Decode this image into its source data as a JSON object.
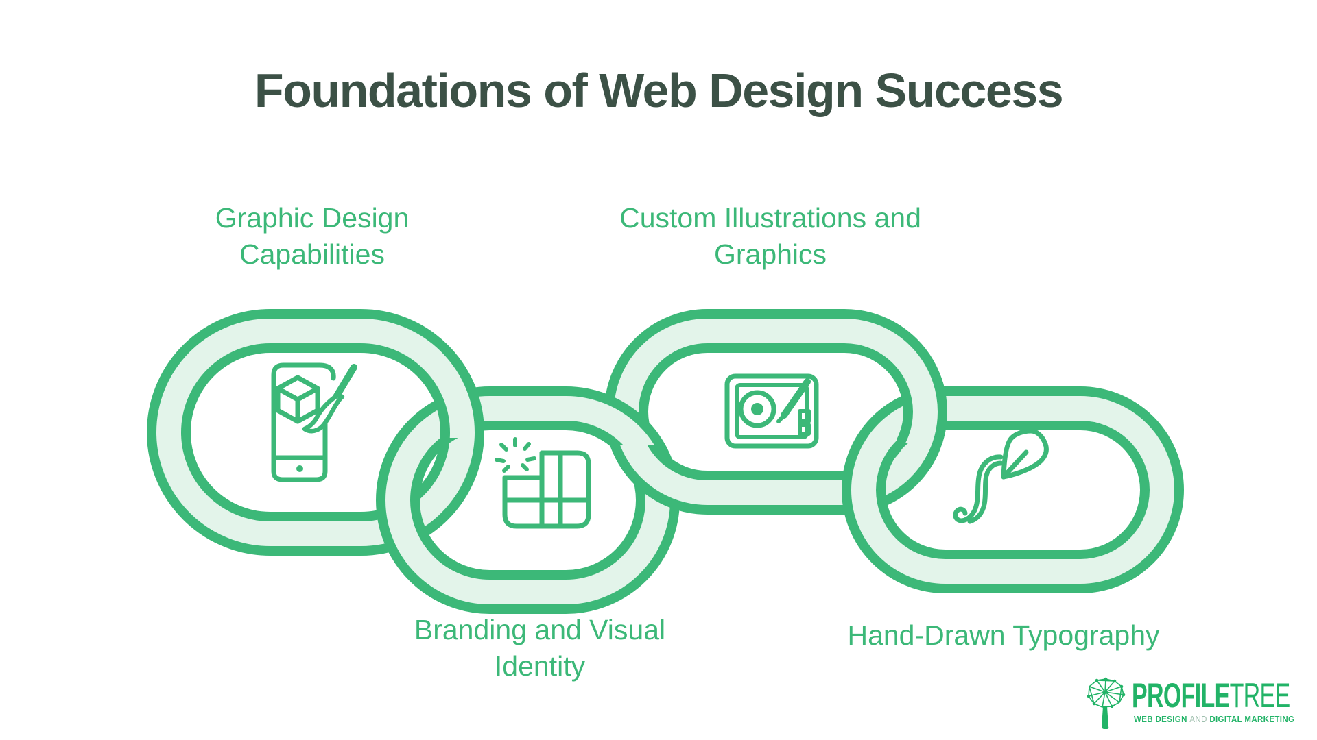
{
  "title": "Foundations of Web Design Success",
  "colors": {
    "background": "#ffffff",
    "chain_green": "#3cb878",
    "chain_band_fill": "#e3f4ea",
    "title_text": "#3c5146",
    "label_text": "#3cb878",
    "logo_green": "#22b367",
    "logo_muted": "#9fbfae"
  },
  "chain": {
    "links": [
      {
        "name": "graphic-design-capabilities",
        "icon": "mobile-design-icon",
        "label_lines": [
          "Graphic Design",
          "Capabilities"
        ]
      },
      {
        "name": "branding-visual-identity",
        "icon": "brand-grid-icon",
        "label_lines": [
          "Branding and Visual",
          "Identity"
        ]
      },
      {
        "name": "custom-illustrations-graphics",
        "icon": "drawing-tablet-icon",
        "label_lines": [
          "Custom Illustrations and",
          "Graphics"
        ]
      },
      {
        "name": "hand-drawn-typography",
        "icon": "pen-nib-icon",
        "label_lines": [
          "Hand-Drawn Typography"
        ]
      }
    ]
  },
  "logo": {
    "brand_primary": "PROFILE",
    "brand_secondary": "TREE",
    "tagline_lead": "WEB DESIGN",
    "tagline_connector": "AND",
    "tagline_tail": "DIGITAL MARKETING"
  }
}
